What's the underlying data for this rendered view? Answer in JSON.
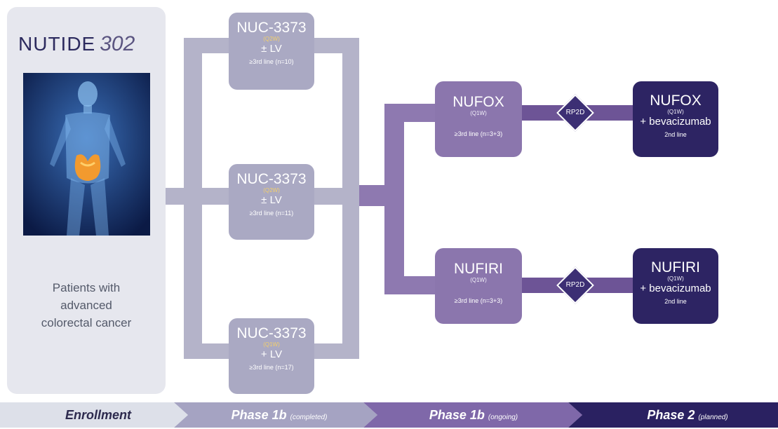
{
  "logo": {
    "brand": "NUTIDE",
    "number": "302"
  },
  "enrollment": {
    "lines": [
      "Patients with",
      "advanced",
      "colorectal cancer"
    ]
  },
  "boxes": {
    "nuc_a": {
      "title": "NUC-3373",
      "schedule": "(Q2W)",
      "combo": "± LV",
      "line": "≥3rd line (n=10)"
    },
    "nuc_b": {
      "title": "NUC-3373",
      "schedule": "(Q2W)",
      "combo": "± LV",
      "line": "≥3rd line (n=11)"
    },
    "nuc_c": {
      "title": "NUC-3373",
      "schedule": "(Q1W)",
      "combo": "+ LV",
      "line": "≥3rd line (n=17)"
    },
    "nufox": {
      "title": "NUFOX",
      "schedule": "(Q1W)",
      "line": "≥3rd line (n=3+3)"
    },
    "nufiri": {
      "title": "NUFIRI",
      "schedule": "(Q1W)",
      "line": "≥3rd line (n=3+3)"
    },
    "nufox_bev": {
      "title": "NUFOX",
      "schedule": "(Q1W)",
      "combo": "+ bevacizumab",
      "line": "2nd line"
    },
    "nufiri_bev": {
      "title": "NUFIRI",
      "schedule": "(Q1W)",
      "combo": "+ bevacizumab",
      "line": "2nd line"
    }
  },
  "rp2d": {
    "top": "RP2D",
    "bottom": "RP2D"
  },
  "phases": [
    {
      "name": "Enrollment",
      "note": ""
    },
    {
      "name": "Phase 1b",
      "note": "(completed)"
    },
    {
      "name": "Phase 1b",
      "note": "(ongoing)"
    },
    {
      "name": "Phase 2",
      "note": "(planned)"
    }
  ],
  "colors": {
    "gray": "#aaa9c3",
    "mid": "#8b76ad",
    "dark": "#2d2463",
    "panel": "#e6e7ee"
  }
}
